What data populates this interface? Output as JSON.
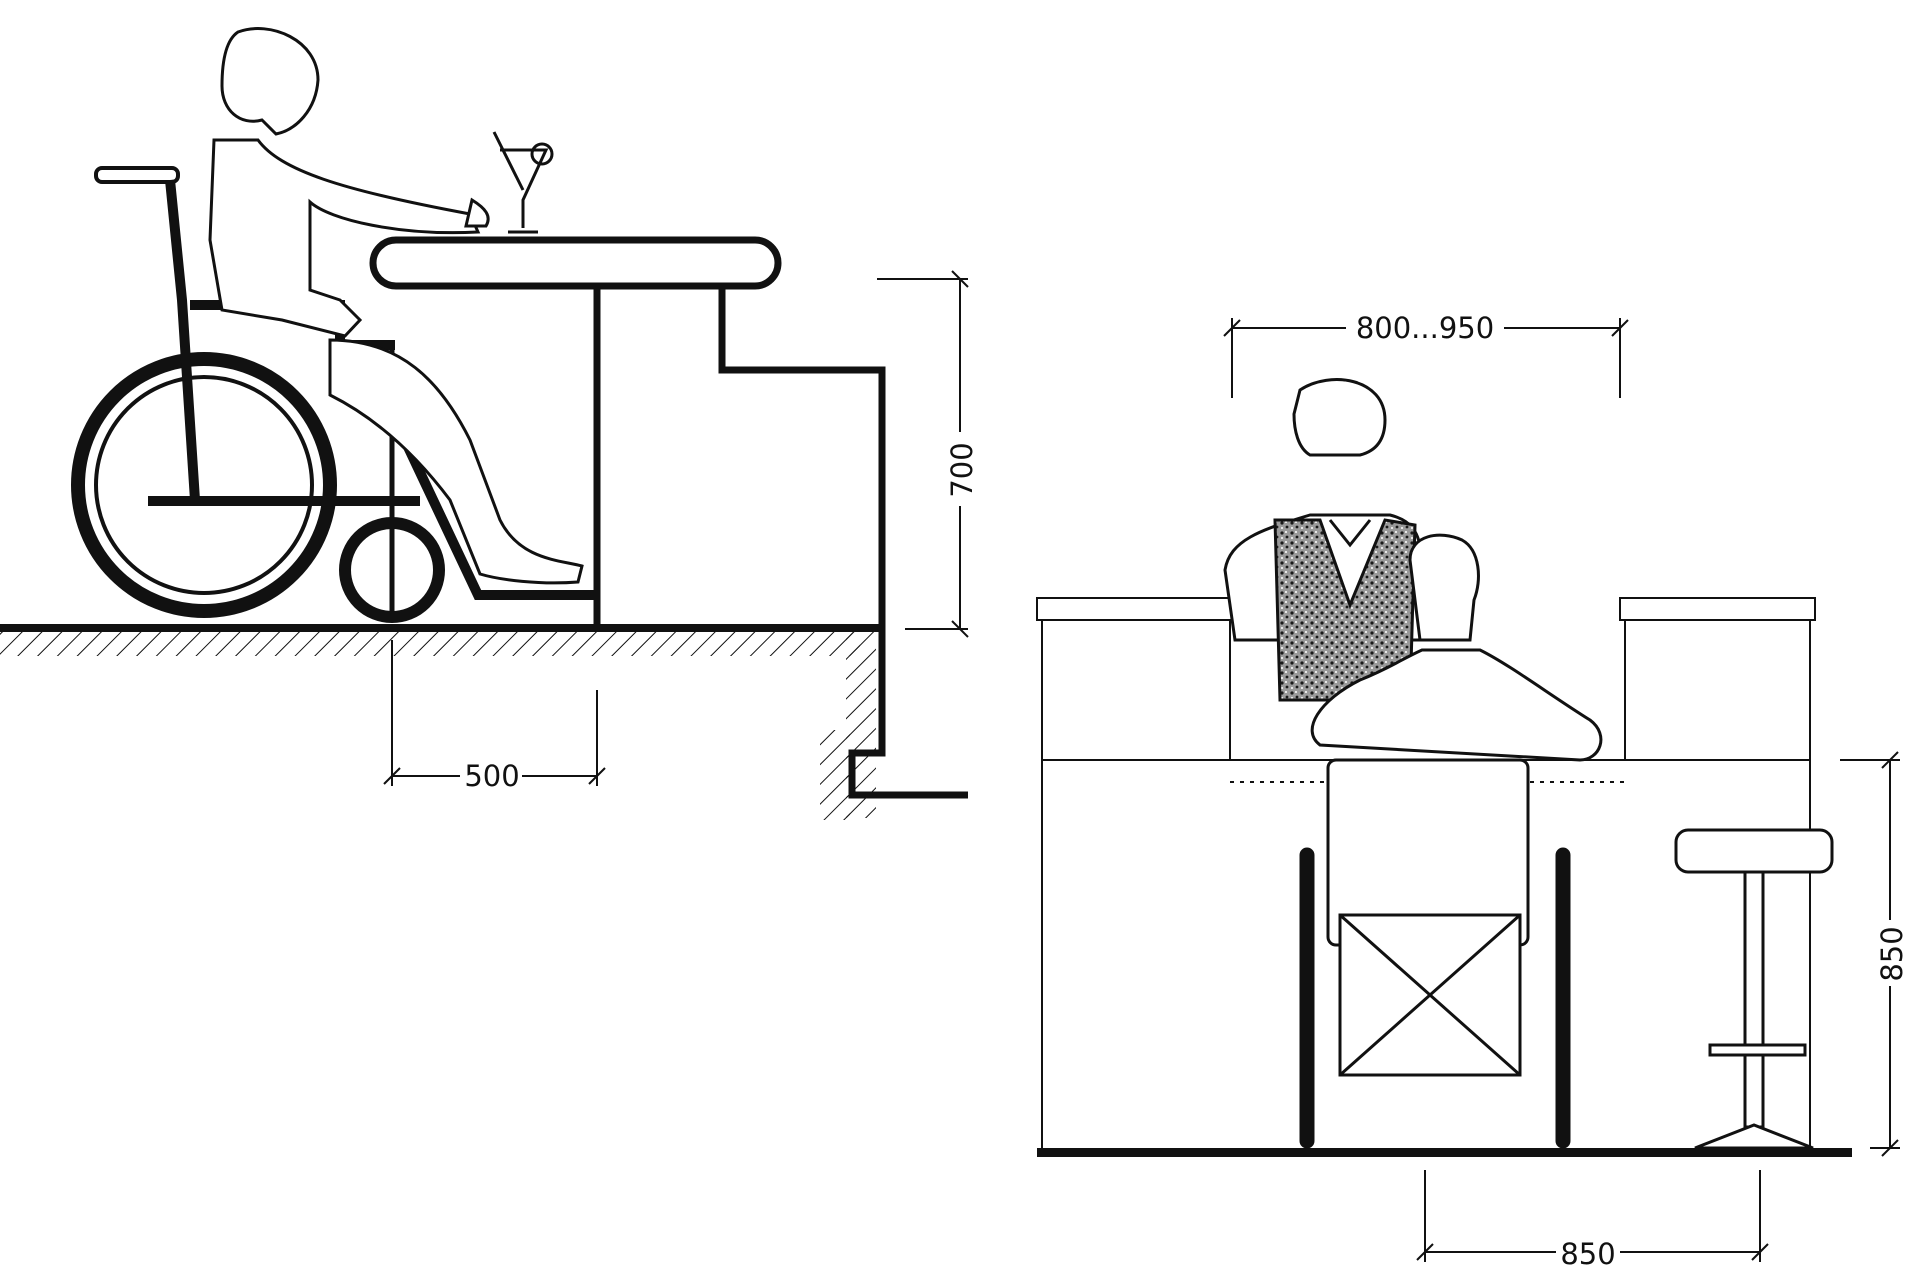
{
  "colors": {
    "ink": "#111111",
    "paper": "#ffffff",
    "vest": "#8a8a8a"
  },
  "left_section": {
    "bar_height_dim": "700",
    "knee_clearance_dim": "500"
  },
  "right_elevation": {
    "bartender_opening_dim": "800...950",
    "counter_height_dim": "850",
    "wheelchair_space_dim": "850"
  }
}
